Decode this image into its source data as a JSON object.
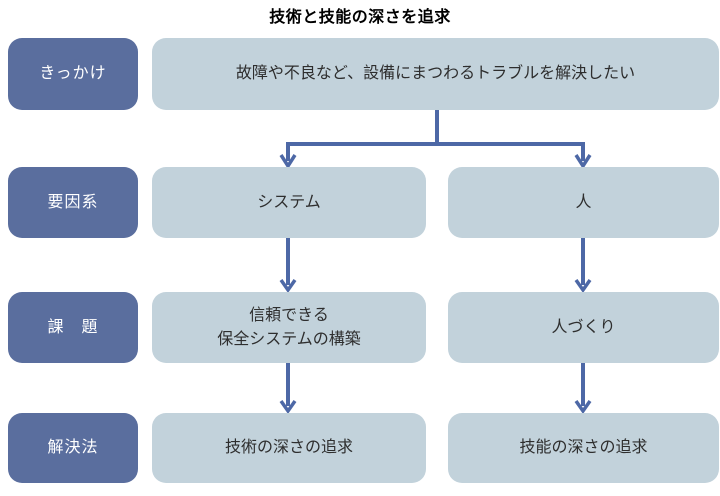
{
  "title": "技術と技能の深さを追求",
  "colors": {
    "label_box_bg": "#5a6e9e",
    "label_box_text": "#ffffff",
    "content_box_bg": "#c2d2db",
    "content_box_text": "#2e2e2e",
    "arrow": "#4d68a6",
    "title_text": "#000000",
    "background": "#ffffff"
  },
  "rows": [
    {
      "label": "きっかけ",
      "boxes": [
        "故障や不良など、設備にまつわるトラブルを解決したい"
      ]
    },
    {
      "label": "要因系",
      "boxes": [
        "システム",
        "人"
      ]
    },
    {
      "label": "課　題",
      "boxes": [
        "信頼できる\n保全システムの構築",
        "人づくり"
      ]
    },
    {
      "label": "解決法",
      "boxes": [
        "技術の深さの追求",
        "技能の深さの追求"
      ]
    }
  ],
  "edges": [
    {
      "from": "trigger",
      "to": "system"
    },
    {
      "from": "trigger",
      "to": "people"
    },
    {
      "from": "system",
      "to": "reliable-maintenance-system"
    },
    {
      "from": "people",
      "to": "people-development"
    },
    {
      "from": "reliable-maintenance-system",
      "to": "technology-depth"
    },
    {
      "from": "people-development",
      "to": "skill-depth"
    }
  ]
}
